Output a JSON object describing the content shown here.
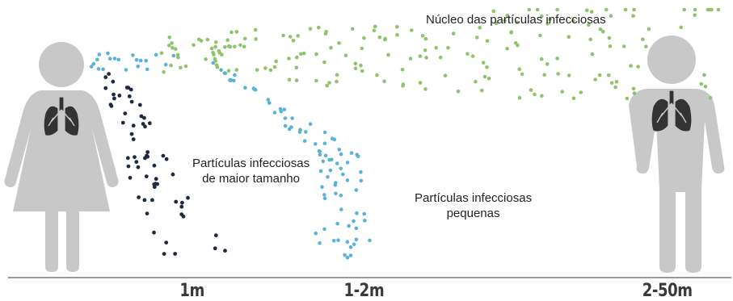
{
  "labels": {
    "nuclei": "Núcleo das partículas infecciosas",
    "large_line1": "Partículas infecciosas",
    "large_line2": "de maior tamanho",
    "small_line1": "Partículas infecciosas",
    "small_line2": "pequenas"
  },
  "distances": [
    "1m",
    "1-2m",
    "2-50m"
  ],
  "colors": {
    "figure": "#c8c8c8",
    "lungs": "#333333",
    "large_particles": "#1e2a3f",
    "small_particles": "#5bb2d8",
    "nuclei_particles": "#8fc46a",
    "baseline": "#9a9a9a"
  },
  "icons": [
    "female-person-icon",
    "male-person-icon",
    "lungs-icon"
  ]
}
